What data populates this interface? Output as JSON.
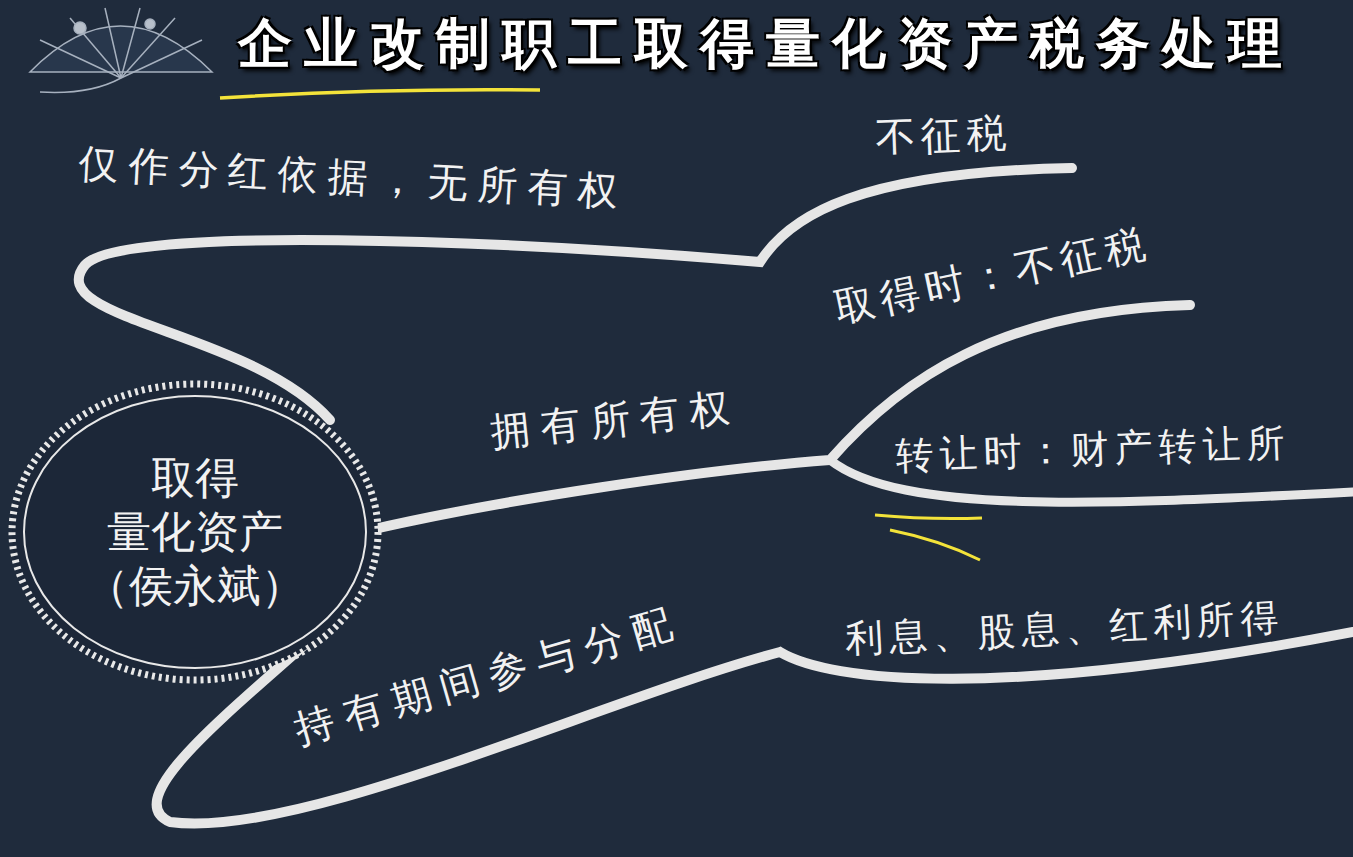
{
  "diagram": {
    "title": "企业改制职工取得量化资产税务处理",
    "nodes": [
      {
        "text": [
          "取得 量化资产 （侯永斌）"
        ]
      }
    ],
    "labels": [
      "不征税",
      "仅作分红依据，无所有权",
      "取得时：不征税",
      "拥有所有权",
      "转让时：财产转让所",
      "持有期间参与分配",
      "利息、股息、红利所得"
    ]
  }
}
